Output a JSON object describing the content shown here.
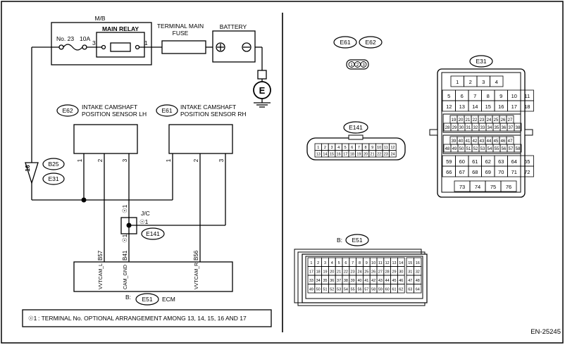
{
  "mb": {
    "title": "M/B",
    "fuse": "No. 23",
    "amp": "10A",
    "relay": "MAIN RELAY",
    "pin3": "3",
    "pin1": "1"
  },
  "tm_fuse": {
    "line1": "TERMINAL MAIN",
    "line2": "FUSE"
  },
  "battery": {
    "label": "BATTERY"
  },
  "ground": {
    "label": "E"
  },
  "sensor_lh": {
    "conn": "E62",
    "line1": "INTAKE CAMSHAFT",
    "line2": "POSITION SENSOR LH",
    "pins": [
      "1",
      "2",
      "3"
    ]
  },
  "sensor_rh": {
    "conn": "E61",
    "line1": "INTAKE CAMSHAFT",
    "line2": "POSITION SENSOR RH",
    "pins": [
      "1",
      "2",
      "3"
    ]
  },
  "left_conn": {
    "pin": "16",
    "a": "B25",
    "b": "E31"
  },
  "jc": {
    "label": "J/C",
    "star": "☉1",
    "conn": "E141"
  },
  "ecm": {
    "label": "ECM",
    "prefix": "B:",
    "conn": "E51",
    "terminals": [
      {
        "pin": "B57",
        "name": "VVTCAM_L"
      },
      {
        "pin": "B41",
        "name": "CAM_GND"
      },
      {
        "pin": "B56",
        "name": "VVTCAM_R"
      }
    ]
  },
  "note": {
    "star": "☉1",
    "text": ": TERMINAL No. OPTIONAL ARRANGEMENT AMONG 13, 14, 15, 16 AND 17"
  },
  "right": {
    "e61": "E61",
    "e62": "E62",
    "small_pins": [
      "1",
      "2",
      "3"
    ],
    "e31": "E31",
    "e31_rows": [
      [
        "1",
        "2",
        "3",
        "4"
      ],
      [
        "5",
        "6",
        "7",
        "8",
        "9",
        "10",
        "11"
      ],
      [
        "12",
        "13",
        "14",
        "15",
        "16",
        "17",
        "18"
      ],
      [
        "19",
        "20",
        "21",
        "22",
        "23",
        "24",
        "25",
        "26",
        "27"
      ],
      [
        "28",
        "29",
        "30",
        "31",
        "32",
        "33",
        "34",
        "35",
        "36",
        "37",
        "38"
      ],
      [
        "39",
        "40",
        "41",
        "42",
        "43",
        "44",
        "45",
        "46",
        "47"
      ],
      [
        "48",
        "49",
        "50",
        "51",
        "52",
        "53",
        "54",
        "55",
        "56",
        "57",
        "58"
      ],
      [
        "59",
        "60",
        "61",
        "62",
        "63",
        "64",
        "65"
      ],
      [
        "66",
        "67",
        "68",
        "69",
        "70",
        "71",
        "72"
      ],
      [
        "73",
        "74",
        "75",
        "76"
      ]
    ],
    "e141": "E141",
    "e141_rows": [
      [
        "1",
        "2",
        "3",
        "4",
        "5",
        "6",
        "7",
        "8",
        "9",
        "10",
        "11",
        "12"
      ],
      [
        "13",
        "14",
        "15",
        "16",
        "17",
        "18",
        "19",
        "20",
        "21",
        "22",
        "23",
        "24"
      ]
    ],
    "e51_prefix": "B:",
    "e51": "E51",
    "e51_main": [
      [
        "1",
        "2",
        "3",
        "4",
        "5",
        "6",
        "7",
        "8",
        "9",
        "10",
        "11",
        "12",
        "13",
        "14"
      ],
      [
        "17",
        "18",
        "19",
        "20",
        "21",
        "22",
        "23",
        "24",
        "25",
        "26",
        "27",
        "28",
        "29",
        "30"
      ],
      [
        "33",
        "34",
        "35",
        "36",
        "37",
        "38",
        "39",
        "40",
        "41",
        "42",
        "43",
        "44",
        "45",
        "46"
      ],
      [
        "49",
        "50",
        "51",
        "52",
        "53",
        "54",
        "55",
        "56",
        "57",
        "58",
        "59",
        "60",
        "61",
        "62"
      ]
    ],
    "e51_side": [
      [
        "15",
        "16"
      ],
      [
        "31",
        "32"
      ],
      [
        "47",
        "48"
      ],
      [
        "63",
        "64"
      ]
    ]
  },
  "code": "EN-25245"
}
